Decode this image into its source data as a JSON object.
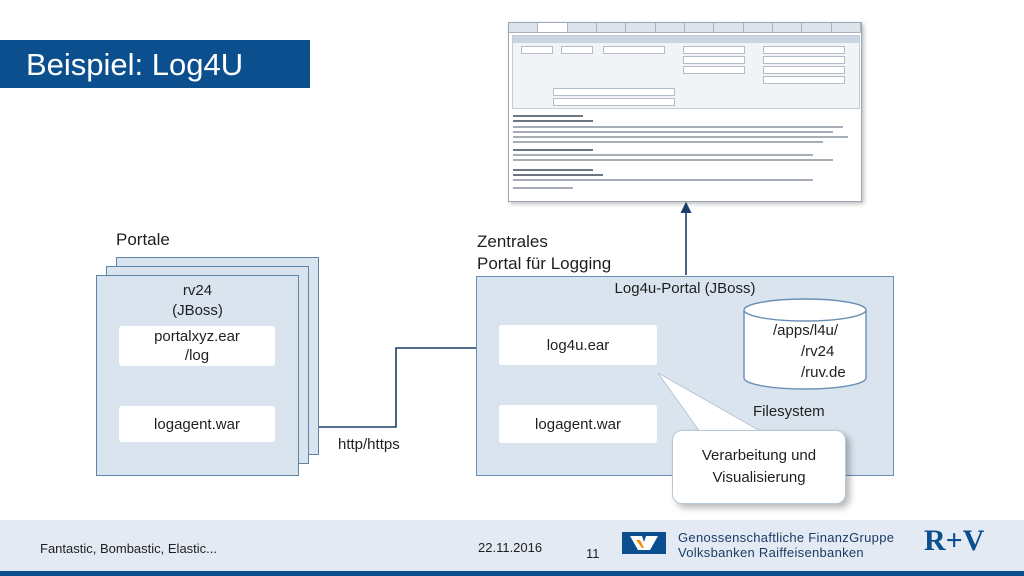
{
  "slide": {
    "title": "Beispiel: Log4U"
  },
  "portale": {
    "heading": "Portale",
    "server_label_line1": "rv24",
    "server_label_line2": "(JBoss)",
    "app_ear_line1": "portalxyz.ear",
    "app_ear_line2": "/log",
    "agent": "logagent.war"
  },
  "connection": {
    "protocol": "http/https"
  },
  "zentral": {
    "heading_line1": "Zentrales",
    "heading_line2": "Portal für Logging",
    "server_label": "Log4u-Portal (JBoss)",
    "app_ear": "log4u.ear",
    "agent": "logagent.war",
    "storage_line1": "/apps/l4u/",
    "storage_line2": "/rv24",
    "storage_line3": "/ruv.de",
    "storage_label": "Filesystem",
    "callout_line1": "Verarbeitung und",
    "callout_line2": "Visualisierung"
  },
  "footer": {
    "left_text": "Fantastic, Bombastic, Elastic...",
    "date": "22.11.2016",
    "page_number": "11",
    "group_line1": "Genossenschaftliche FinanzGruppe",
    "group_line2": "Volksbanken Raiffeisenbanken",
    "rv_logo_text": "R+V"
  },
  "colors": {
    "brand_blue": "#0c4f8e",
    "box_fill": "#d9e4ef",
    "box_border": "#5e83ab",
    "footer_band": "#e3eaf3"
  },
  "icons": {
    "screenshot": "log4u-ui-screenshot",
    "storage": "database-cylinder-icon",
    "vr_logo": "volksbanken-logo-icon"
  }
}
